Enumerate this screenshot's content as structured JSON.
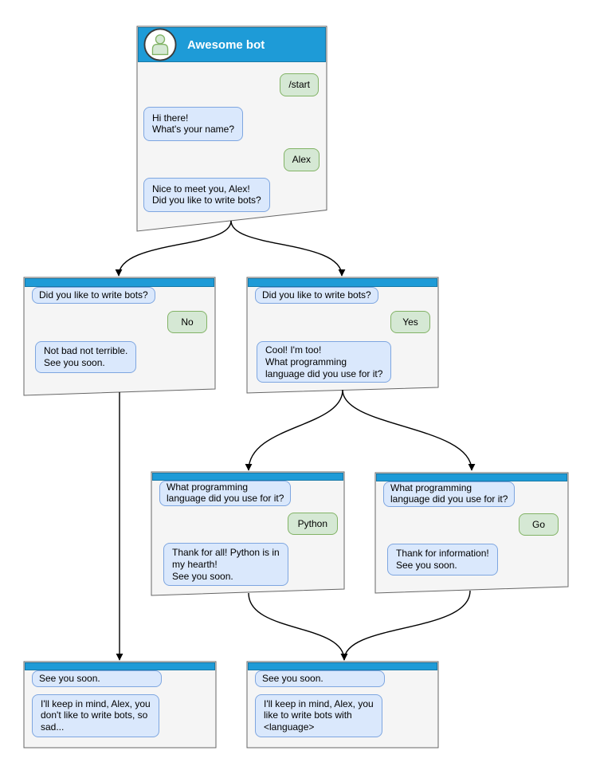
{
  "diagram": {
    "kind": "chatbot-conversation-flow",
    "bot_title": "Awesome bot"
  },
  "colors": {
    "header_blue": "#1e9bd7",
    "window_bg": "#f5f5f5",
    "window_border": "#666666",
    "bot_bubble_fill": "#dae8fc",
    "bot_bubble_border": "#7ea6e0",
    "user_bubble_fill": "#d5e8d4",
    "user_bubble_border": "#82b366",
    "arrow": "#000000",
    "title_text": "#ffffff"
  },
  "icons": {
    "avatar": "person-icon"
  },
  "windows": [
    {
      "id": "main",
      "title": "Awesome bot",
      "messages": [
        {
          "from": "user",
          "text": "/start"
        },
        {
          "from": "bot",
          "text": "Hi there!\nWhat's your name?"
        },
        {
          "from": "user",
          "text": "Alex"
        },
        {
          "from": "bot",
          "text": "Nice to meet you, Alex!\nDid you like to write bots?"
        }
      ]
    },
    {
      "id": "branch-no",
      "messages": [
        {
          "from": "bot",
          "text": "Did you like to write bots?"
        },
        {
          "from": "user",
          "text": "No"
        },
        {
          "from": "bot",
          "text": "Not bad not terrible.\nSee you soon."
        }
      ]
    },
    {
      "id": "branch-yes",
      "messages": [
        {
          "from": "bot",
          "text": "Did you like to write bots?"
        },
        {
          "from": "user",
          "text": "Yes"
        },
        {
          "from": "bot",
          "text": "Cool! I'm too!\nWhat programming\nlanguage did you use for it?"
        }
      ]
    },
    {
      "id": "branch-python",
      "messages": [
        {
          "from": "bot",
          "text": "What programming\nlanguage did you use for it?"
        },
        {
          "from": "user",
          "text": "Python"
        },
        {
          "from": "bot",
          "text": "Thank for all! Python is in\nmy hearth!\nSee you soon."
        }
      ]
    },
    {
      "id": "branch-go",
      "messages": [
        {
          "from": "bot",
          "text": "What programming\nlanguage did you use for it?"
        },
        {
          "from": "user",
          "text": "Go"
        },
        {
          "from": "bot",
          "text": "Thank for information!\nSee you soon."
        }
      ]
    },
    {
      "id": "end-no",
      "messages": [
        {
          "from": "bot",
          "text": "See you soon."
        },
        {
          "from": "bot",
          "text": "I'll keep in mind, Alex, you\ndon't like to write bots, so\nsad..."
        }
      ]
    },
    {
      "id": "end-yes",
      "messages": [
        {
          "from": "bot",
          "text": "See you soon."
        },
        {
          "from": "bot",
          "text": "I'll keep in mind, Alex, you\nlike to write bots with\n<language>"
        }
      ]
    }
  ],
  "edges": [
    {
      "from": "main",
      "to": "branch-no"
    },
    {
      "from": "main",
      "to": "branch-yes"
    },
    {
      "from": "branch-no",
      "to": "end-no"
    },
    {
      "from": "branch-yes",
      "to": "branch-python"
    },
    {
      "from": "branch-yes",
      "to": "branch-go"
    },
    {
      "from": "branch-python",
      "to": "end-yes"
    },
    {
      "from": "branch-go",
      "to": "end-yes"
    }
  ]
}
